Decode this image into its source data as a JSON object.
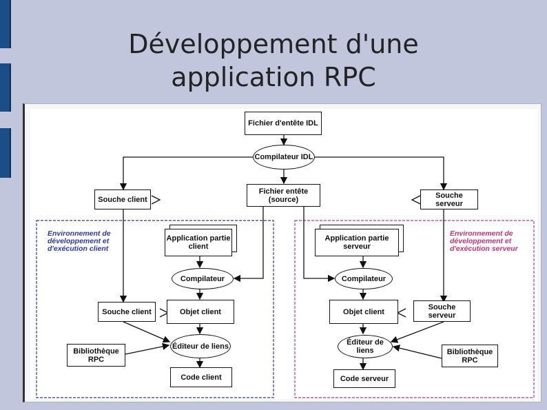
{
  "slide": {
    "title_line1": "Développement d'une",
    "title_line2": "application RPC"
  },
  "diagram": {
    "nodes": {
      "idl_header": "Fichier d'entête IDL",
      "idl_compiler": "Compilateur IDL",
      "source_header": "Fichier entête (source)",
      "client_stub_top": "Souche client",
      "server_stub_top": "Souche serveur",
      "client_app": "Application partie client",
      "server_app": "Application partie serveur",
      "client_compiler": "Compilateur",
      "server_compiler": "Compilateur",
      "client_stub": "Souche client",
      "server_stub": "Souche serveur",
      "client_object": "Objet client",
      "server_object": "Objet client",
      "client_linker": "Éditeur de liens",
      "server_linker": "Éditeur de liens",
      "client_rpc_lib": "Bibliothèque RPC",
      "server_rpc_lib": "Bibliothèque RPC",
      "client_code": "Code client",
      "server_code": "Code serveur"
    },
    "regions": {
      "client_env": "Environnement de développement et d'exécution client",
      "server_env": "Environnement de développement et d'exécution serveur"
    },
    "colors": {
      "client_env": "#2a38a0",
      "server_env": "#c0327a",
      "deco_bars": "#1b4e86"
    }
  }
}
